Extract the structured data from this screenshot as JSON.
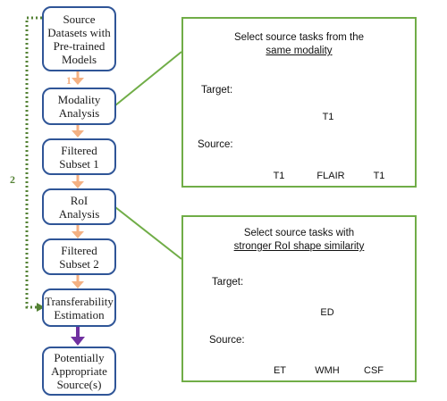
{
  "colors": {
    "box_border": "#2f5597",
    "panel_border": "#70ad47",
    "arrow_orange": "#f4b183",
    "arrow_purple": "#7030a0",
    "dotted_green": "#548235",
    "cross": "#ffc000",
    "lesion_red": "#e00000"
  },
  "flow": {
    "boxes": [
      "Source\nDatasets with\nPre-trained\nModels",
      "Modality\nAnalysis",
      "Filtered\nSubset 1",
      "RoI\nAnalysis",
      "Filtered\nSubset 2",
      "Transferability\nEstimation",
      "Potentially\nAppropriate\nSource(s)"
    ],
    "step_1": "1",
    "step_2": "2"
  },
  "panel_modality": {
    "title_line1": "Select source tasks from the",
    "title_line2": "same modality",
    "target_label": "Target:",
    "source_label": "Source:",
    "target_caption": "T1",
    "source_captions": [
      "T1",
      "FLAIR",
      "T1"
    ],
    "source_rejected": [
      false,
      true,
      false
    ]
  },
  "panel_roi": {
    "title_line1": "Select source tasks with",
    "title_line2": "stronger RoI shape similarity",
    "target_label": "Target:",
    "source_label": "Source:",
    "target_caption": "ED",
    "source_captions": [
      "ET",
      "WMH",
      "CSF"
    ],
    "source_rejected": [
      false,
      true,
      true
    ]
  }
}
